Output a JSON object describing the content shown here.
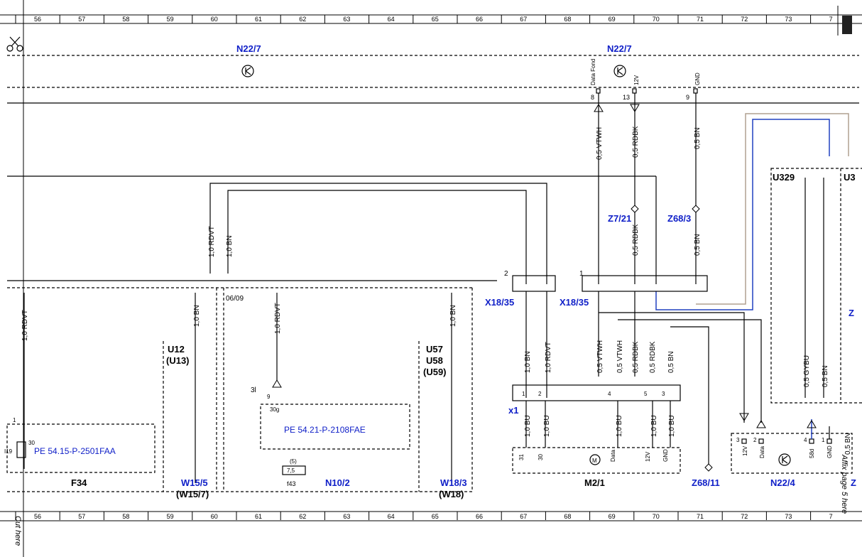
{
  "ruler": [
    "56",
    "57",
    "58",
    "59",
    "60",
    "61",
    "62",
    "63",
    "64",
    "65",
    "66",
    "67",
    "68",
    "69",
    "70",
    "71",
    "72",
    "73",
    "7"
  ],
  "cut_here": "Cut here",
  "affix_text": "Affix page 5 here",
  "components": {
    "n22_7_left": "N22/7",
    "n22_7_right": "N22/7",
    "z7_21": "Z7/21",
    "z68_3": "Z68/3",
    "x18_35_a": "X18/35",
    "x18_35_b": "X18/35",
    "u12": "U12",
    "u13": "(U13)",
    "u57": "U57",
    "u58": "U58",
    "u59": "(U59)",
    "x1": "x1",
    "m2_1": "M2/1",
    "z68_11": "Z68/11",
    "n22_4": "N22/4",
    "z_edge": "Z",
    "z_edge2": "Z",
    "u329": "U329",
    "u3": "U3",
    "f34": "F34",
    "w15_5": "W15/5",
    "w15_7": "(W15/7)",
    "n10_2": "N10/2",
    "w18_3": "W18/3",
    "w18": "(W18)",
    "f43": "f43",
    "date_marker": "06/09"
  },
  "refs": {
    "pe_54_15": "PE 54.15-P-2501FAA",
    "pe_54_21": "PE 54.21-P-2108FAE"
  },
  "wires": {
    "vtwh_top": "0,5 VTWH",
    "rdbk_top": "0,5 RDBK",
    "bn_top": "0,5 BN",
    "rdbk_mid": "0,5 RDBK",
    "bn_mid": "0,5 BN",
    "rdvt_1": "1,0 RDVT",
    "bn_1": "1,0 BN",
    "rdvt_left": "1,0 RDVT",
    "bn_u12": "1,0 BN",
    "rdvt_n10": "1,0 RDVT",
    "bn_w18": "1,0 BN",
    "bn_x18": "1,0 BN",
    "rdvt_x18": "1,0 RDVT",
    "vtwh_a": "0,5 VTWH",
    "vtwh_b": "0,5 VTWH",
    "rdbk_a": "0,5 RDBK",
    "rdbk_b": "0,5 RDBK",
    "bn_low": "0,5 BN",
    "bu_1": "1,0 BU",
    "bu_2": "1,0 BU",
    "bu_3": "1,0 BU",
    "bu_4": "1,0 BU",
    "bu_5": "1,0 BU",
    "gybu": "0,5 GYBU",
    "bn_u329": "0,5 BN",
    "bn_edge": "0,5 BN"
  },
  "pins": {
    "data_fond": "Data Fond",
    "v12": "12V",
    "gnd": "GND",
    "p8": "8",
    "p13": "13",
    "p9": "9",
    "p1": "1",
    "p2": "2",
    "p3": "3",
    "p4": "4",
    "p5": "5",
    "p30": "30",
    "p31": "31",
    "p30g": "30g",
    "p3l": "3l",
    "pf5": "(5)",
    "fuse": "7,5",
    "data": "Data",
    "v12b": "12V",
    "gndb": "GND",
    "p58d": "58d",
    "i19": "I19"
  }
}
